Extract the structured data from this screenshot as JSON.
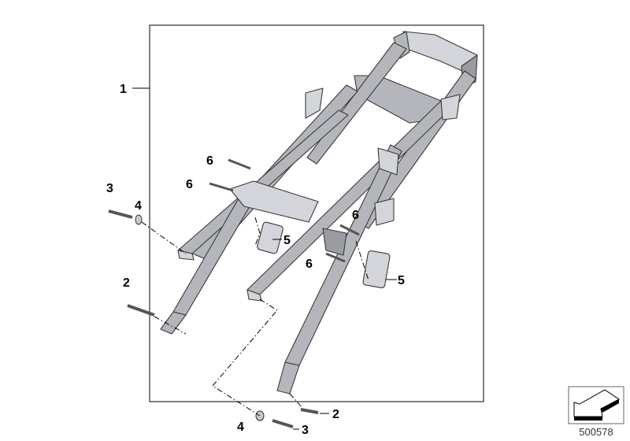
{
  "diagram": {
    "title": "Rear frame parts diagram",
    "callouts": [
      {
        "id": "1",
        "label": "1"
      },
      {
        "id": "6a",
        "label": "6"
      },
      {
        "id": "6b",
        "label": "6"
      },
      {
        "id": "3a",
        "label": "3"
      },
      {
        "id": "4a",
        "label": "4"
      },
      {
        "id": "5a",
        "label": "5"
      },
      {
        "id": "6c",
        "label": "6"
      },
      {
        "id": "6d",
        "label": "6"
      },
      {
        "id": "5b",
        "label": "5"
      },
      {
        "id": "2a",
        "label": "2"
      },
      {
        "id": "2b",
        "label": "2"
      },
      {
        "id": "4b",
        "label": "4"
      },
      {
        "id": "3b",
        "label": "3"
      }
    ],
    "reference_number": "500578",
    "icon": "arrow-direction-icon"
  }
}
